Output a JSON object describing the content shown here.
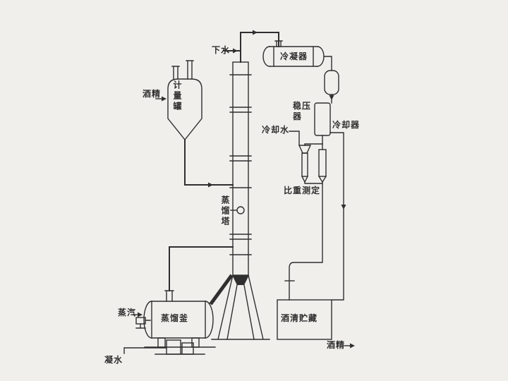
{
  "labels": {
    "drain_water": "下水",
    "condenser": "冷凝器",
    "pressure_stabilizer": "稳压器",
    "cooling_water": "冷却水",
    "cooler": "冷却器",
    "gravity_measurement": "比重测定",
    "alcohol_feed": "酒精",
    "measuring_tank": "计量罐",
    "distillation_column": "蒸馏塔",
    "distillation_kettle": "蒸馏釜",
    "steam": "蒸汽",
    "condensate_water": "凝水",
    "spirit_storage": "酒清贮藏",
    "alcohol_out": "酒精"
  },
  "colors": {
    "background": "#f0efec",
    "line": "#2f2f2f"
  }
}
